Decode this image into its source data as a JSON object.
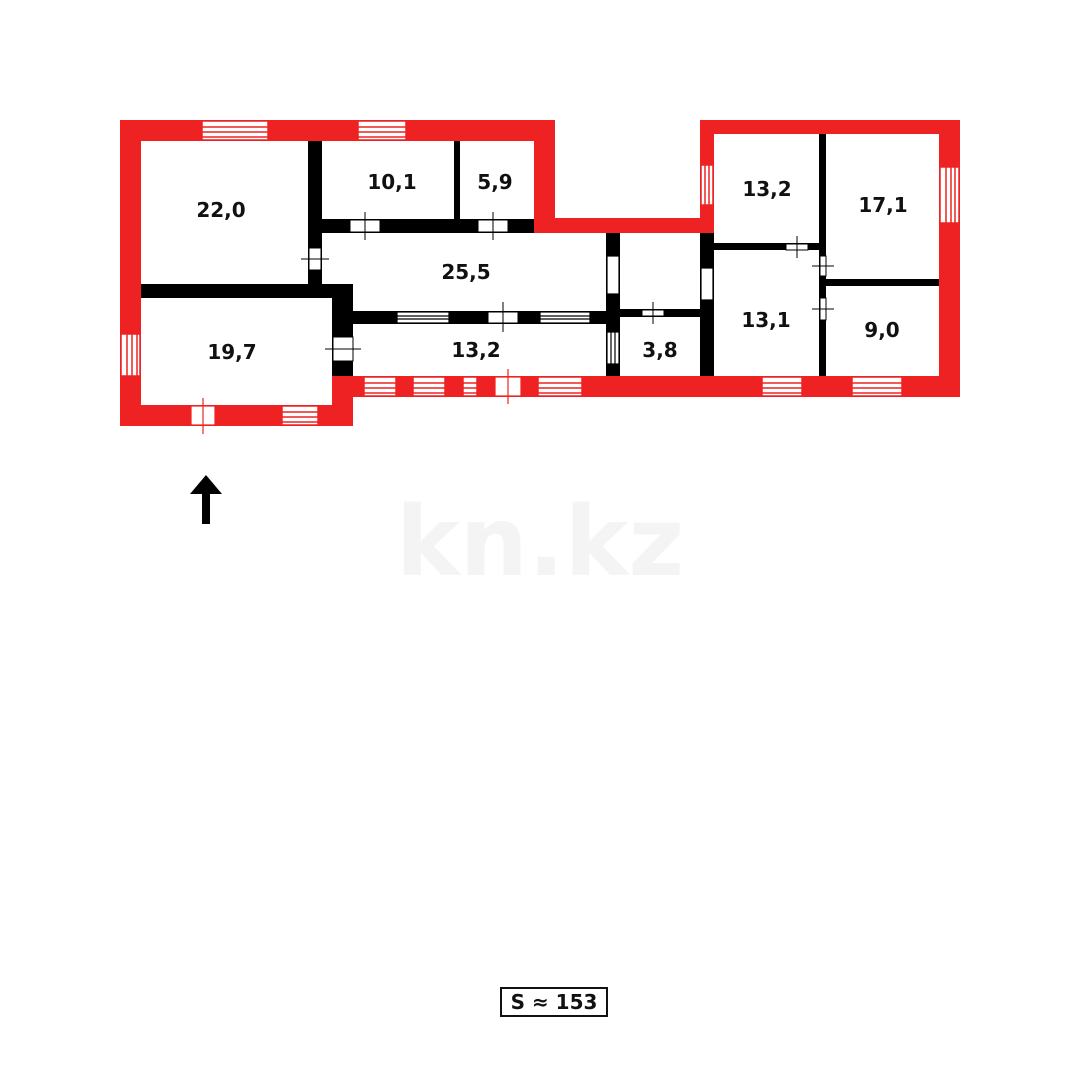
{
  "colors": {
    "exterior_wall": "#ee2222",
    "interior_wall": "#000000",
    "background": "#ffffff"
  },
  "watermark": "kn.kz",
  "rooms": [
    {
      "id": "room-a",
      "area": "22,0"
    },
    {
      "id": "room-b",
      "area": "10,1"
    },
    {
      "id": "room-c",
      "area": "5,9"
    },
    {
      "id": "room-d",
      "area": "25,5"
    },
    {
      "id": "room-e",
      "area": "19,7"
    },
    {
      "id": "room-f",
      "area": "13,2"
    },
    {
      "id": "room-g",
      "area": "3,8"
    },
    {
      "id": "room-h",
      "area": "13,2"
    },
    {
      "id": "room-i",
      "area": "17,1"
    },
    {
      "id": "room-j",
      "area": "13,1"
    },
    {
      "id": "room-k",
      "area": "9,0"
    }
  ],
  "north_arrow_icon": "up-arrow-icon",
  "total_area_label": "S ≈ 153"
}
